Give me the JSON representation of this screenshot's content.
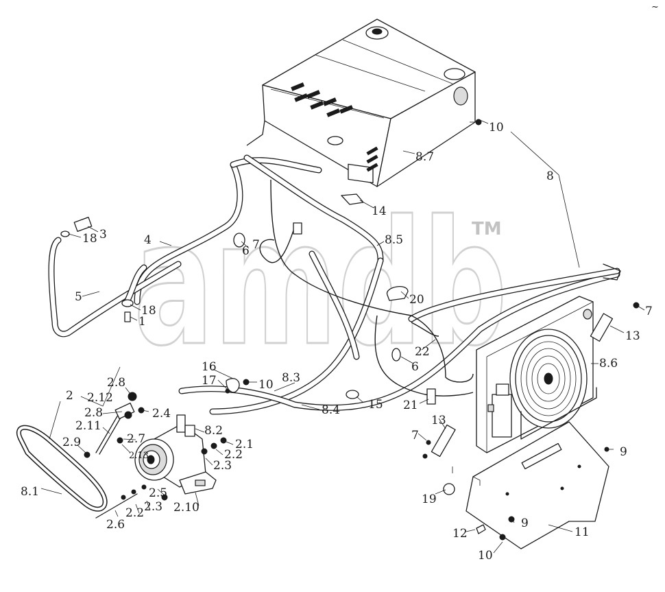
{
  "watermark": {
    "text": "amdb",
    "trademark": "TM"
  },
  "corner_mark": "~",
  "callouts": {
    "l1": "1",
    "l2": "2",
    "l2_1": "2.1",
    "l2_2a": "2.2",
    "l2_2b": "2.2",
    "l2_3a": "2.3",
    "l2_3b": "2.3",
    "l2_4": "2.4",
    "l2_5": "2.5",
    "l2_6": "2.6",
    "l2_7": "2.7",
    "l2_8a": "2.8",
    "l2_8b": "2.8",
    "l2_9": "2.9",
    "l2_10": "2.10",
    "l2_11": "2.11",
    "l2_12": "2.12",
    "l2_13": "2.13",
    "l3": "3",
    "l4": "4",
    "l5": "5",
    "l6a": "6",
    "l6b": "6",
    "l7a": "7",
    "l7b": "7",
    "l7c": "7",
    "l8": "8",
    "l8_1": "8.1",
    "l8_2": "8.2",
    "l8_3": "8.3",
    "l8_4": "8.4",
    "l8_5": "8.5",
    "l8_6": "8.6",
    "l8_7": "8.7",
    "l9a": "9",
    "l9b": "9",
    "l10a": "10",
    "l10b": "10",
    "l10c": "10",
    "l11": "11",
    "l12": "12",
    "l13a": "13",
    "l13b": "13",
    "l14": "14",
    "l15": "15",
    "l16": "16",
    "l17": "17",
    "l18a": "18",
    "l18b": "18",
    "l19": "19",
    "l20": "20",
    "l21": "21",
    "l22": "22"
  }
}
